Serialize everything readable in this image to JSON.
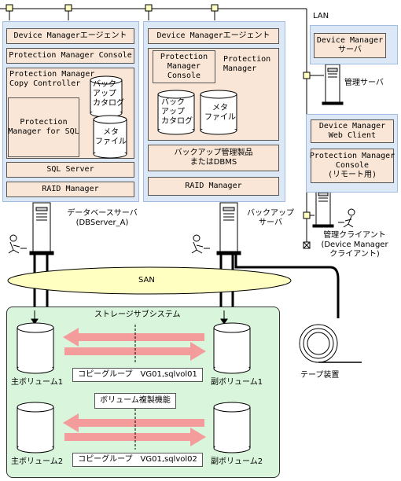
{
  "lan": {
    "label": "LAN"
  },
  "db_server": {
    "agent": "Device Managerエージェント",
    "pm_console": "Protection Manager Console",
    "copy_controller": "Protection Manager\nCopy Controller",
    "pm_sql": "Protection\nManager for SQL",
    "backup_catalog": "バック\nアップ\nカタログ",
    "meta_file": "メタ\nファイル",
    "sql_server": "SQL Server",
    "raid_manager": "RAID Manager",
    "label": "データベースサーバ\n(DBServer_A)"
  },
  "backup_server": {
    "agent": "Device Managerエージェント",
    "pm_console": "Protection\nManager\nConsole",
    "pm": "Protection\nManager",
    "backup_catalog": "バック\nアップ\nカタログ",
    "meta_file": "メタ\nファイル",
    "backup_product": "バックアップ管理製品\nまたはDBMS",
    "raid_manager": "RAID Manager",
    "label": "バックアップ\nサーバ"
  },
  "mgmt_server": {
    "dm_server": "Device Manager\nサーバ",
    "label": "管理サーバ"
  },
  "mgmt_client": {
    "web_client": "Device Manager\nWeb Client",
    "pm_console": "Protection Manager\nConsole\n(リモート用)",
    "label": "管理クライアント\n(Device Manager\nクライアント)"
  },
  "san": {
    "label": "SAN"
  },
  "storage": {
    "title": "ストレージサブシステム",
    "primary1": "主ボリューム1",
    "secondary1": "副ボリューム1",
    "primary2": "主ボリューム2",
    "secondary2": "副ボリューム2",
    "copy_group1": "コピーグループ　VG01,sqlvol01",
    "copy_group2": "コピーグループ　VG01,sqlvol02",
    "replication": "ボリューム複製機能"
  },
  "tape": {
    "label": "テープ装置"
  },
  "colors": {
    "panel": "#dce8f6",
    "component": "#f9e6d6",
    "storage": "#d9f5dc",
    "arrow": "#f49b9b",
    "san": "#ffffc2"
  }
}
